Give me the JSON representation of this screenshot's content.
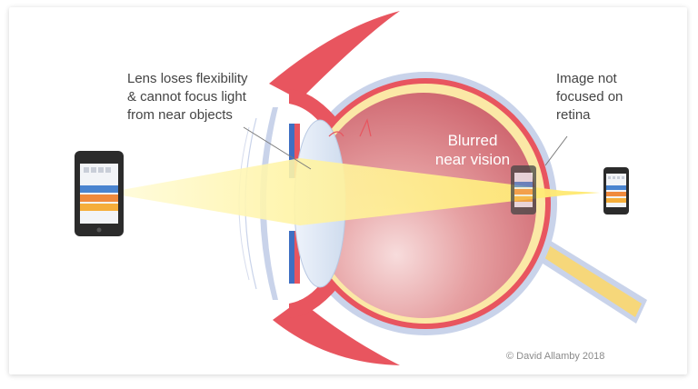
{
  "labels": {
    "lens_line1": "Lens loses flexibility",
    "lens_line2": "& cannot focus light",
    "lens_line3": "from near objects",
    "image_line1": "Image not",
    "image_line2": "focused on",
    "image_line3": "retina",
    "blur_line1": "Blurred",
    "blur_line2": "near vision"
  },
  "credit": "© David Allamby 2018",
  "colors": {
    "sclera": "#c9d3ea",
    "choroid": "#e8555f",
    "retina": "#fbe8a6",
    "vitreous": "#d86d76",
    "light_beam": "#fff3a0",
    "iris": "#3f6fc2",
    "optic_nerve": "#f6d77a"
  },
  "phone_screen": {
    "rows": [
      "blue",
      "orange",
      "amber"
    ]
  }
}
